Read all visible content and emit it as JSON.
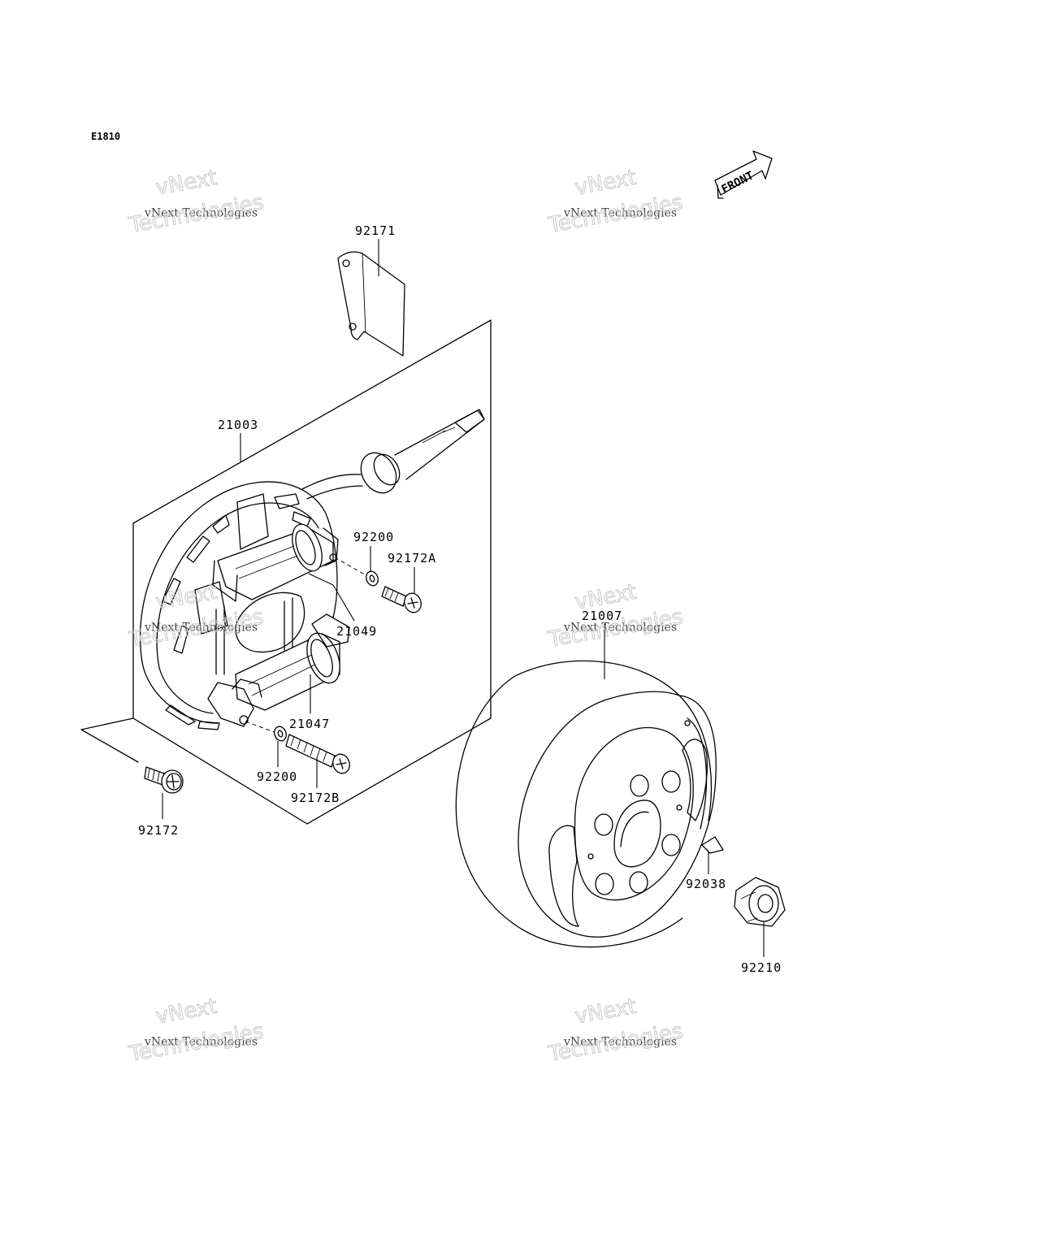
{
  "diagram_code": "E1810",
  "front_label": "FRONT",
  "watermark": {
    "line1": "vNext",
    "line2": "vNext Technologies",
    "line3": "Technologies"
  },
  "part_numbers": {
    "bracket": "92171",
    "stator_assembly": "21003",
    "washer_upper": "92200",
    "screw_upper": "92172A",
    "coil_upper": "21049",
    "coil_lower": "21047",
    "washer_lower": "92200",
    "screw_lower": "92172B",
    "bolt": "92172",
    "flywheel": "21007",
    "key": "92038",
    "nut": "92210"
  }
}
